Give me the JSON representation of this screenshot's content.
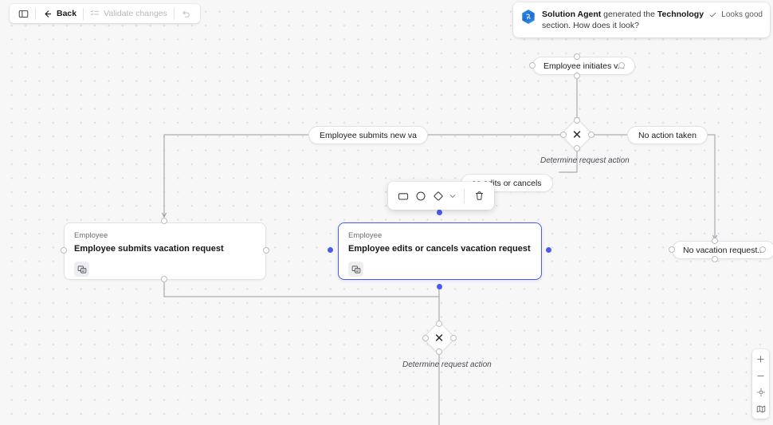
{
  "toolbar": {
    "panel_toggle_icon": "panel-layout-icon",
    "back_label": "Back",
    "back_icon": "arrow-left-icon",
    "validate_label": "Validate changes",
    "validate_icon": "checklist-icon",
    "undo_icon": "undo-icon"
  },
  "notification": {
    "avatar_icon": "solution-agent-hex-icon",
    "avatar_glyph": "❖",
    "agent_name": "Solution Agent",
    "text_part1": " generated the ",
    "section_name": "Technology",
    "text_part2": " section. How does it look?",
    "action_label": "Looks good",
    "action_icon": "check-icon"
  },
  "canvas": {
    "nodes": [
      {
        "id": "start",
        "type": "pill",
        "label": "Employee initiates v..."
      },
      {
        "id": "submits_new",
        "type": "pill",
        "label": "Employee submits new va"
      },
      {
        "id": "no_action",
        "type": "pill",
        "label": "No action taken"
      },
      {
        "id": "edits_cancels_pill",
        "type": "pill",
        "label": "ee edits or cancels"
      },
      {
        "id": "no_vacation",
        "type": "pill",
        "label": "No vacation request..."
      },
      {
        "id": "submit_card",
        "type": "card",
        "role": "Employee",
        "title": "Employee submits vacation request",
        "app_icon": "app-window-icon"
      },
      {
        "id": "edit_card",
        "type": "card",
        "role": "Employee",
        "title": "Employee edits or cancels vacation request",
        "app_icon": "app-window-icon",
        "selected": true
      },
      {
        "id": "decision_top",
        "type": "diamond",
        "glyph": "✕"
      },
      {
        "id": "decision_bottom",
        "type": "diamond",
        "glyph": "✕"
      }
    ],
    "edge_labels": [
      {
        "id": "lbl_top",
        "text": "Determine request action"
      },
      {
        "id": "lbl_bottom",
        "text": "Determine request action"
      }
    ]
  },
  "shape_toolbar": {
    "rectangle_icon": "rectangle-shape-icon",
    "circle_icon": "circle-shape-icon",
    "diamond_icon": "diamond-shape-icon",
    "more_icon": "chevron-down-icon",
    "delete_icon": "trash-icon"
  },
  "zoom_controls": {
    "zoom_in_icon": "plus-icon",
    "zoom_out_icon": "minus-icon",
    "fit_view_icon": "fit-to-view-icon",
    "minimap_icon": "minimap-icon"
  },
  "colors": {
    "accent": "#4a5cf0",
    "canvas_bg": "#f7f7f8",
    "node_border": "#e2e2e6",
    "agent_blue": "#2f8fe8"
  }
}
